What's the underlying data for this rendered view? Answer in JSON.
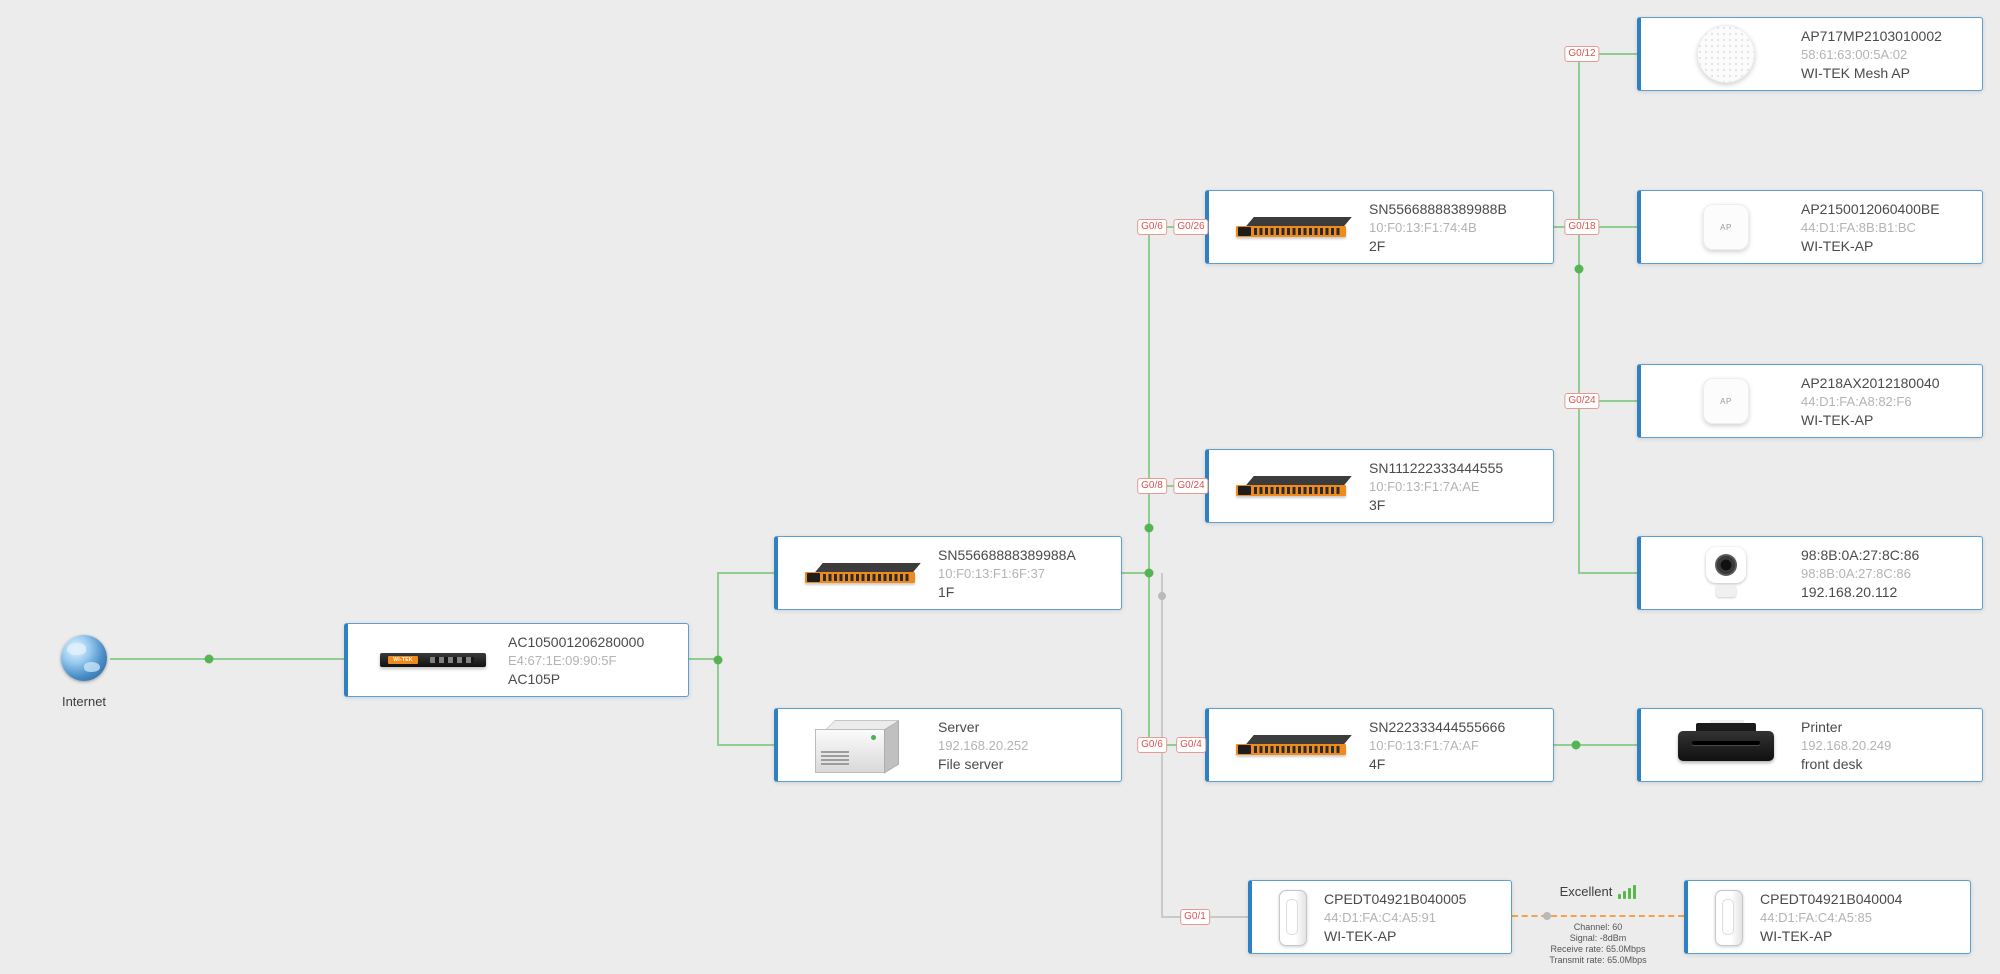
{
  "colors": {
    "background": "#ececec",
    "card_border": "#5b9fd4",
    "card_accent": "#2f80c3",
    "link_green": "#8fce8f",
    "link_gray": "#c9c9c9",
    "dot_green": "#55b555",
    "port_text": "#d9534f",
    "wireless_dash_orange": "#f2a24d",
    "brand_orange": "#ef8b1d"
  },
  "internet": {
    "label": "Internet"
  },
  "icons": {
    "ap_badge": "AP",
    "brand": "WI-TEK"
  },
  "nodes": {
    "ac": {
      "title": "AC105001206280000",
      "mac": "E4:67:1E:09:90:5F",
      "name": "AC105P"
    },
    "sw1f": {
      "title": "SN55668888389988A",
      "mac": "10:F0:13:F1:6F:37",
      "name": "1F"
    },
    "server": {
      "title": "Server",
      "mac": "192.168.20.252",
      "name": "File server"
    },
    "sw2f": {
      "title": "SN55668888389988B",
      "mac": "10:F0:13:F1:74:4B",
      "name": "2F"
    },
    "sw3f": {
      "title": "SN111222333444555",
      "mac": "10:F0:13:F1:7A:AE",
      "name": "3F"
    },
    "sw4f": {
      "title": "SN222333444555666",
      "mac": "10:F0:13:F1:7A:AF",
      "name": "4F"
    },
    "mesh_ap": {
      "title": "AP717MP2103010002",
      "mac": "58:61:63:00:5A:02",
      "name": "WI-TEK Mesh AP"
    },
    "ap2150": {
      "title": "AP2150012060400BE",
      "mac": "44:D1:FA:8B:B1:BC",
      "name": "WI-TEK-AP"
    },
    "ap218": {
      "title": "AP218AX2012180040",
      "mac": "44:D1:FA:A8:82:F6",
      "name": "WI-TEK-AP"
    },
    "camera": {
      "title": "98:8B:0A:27:8C:86",
      "mac": "98:8B:0A:27:8C:86",
      "name": "192.168.20.112"
    },
    "printer": {
      "title": "Printer",
      "mac": "192.168.20.249",
      "name": "front desk"
    },
    "cpe5": {
      "title": "CPEDT04921B040005",
      "mac": "44:D1:FA:C4:A5:91",
      "name": "WI-TEK-AP"
    },
    "cpe4": {
      "title": "CPEDT04921B040004",
      "mac": "44:D1:FA:C4:A5:85",
      "name": "WI-TEK-AP"
    }
  },
  "ports": {
    "mesh_port": "G0/12",
    "ap2150_port": "G0/18",
    "ap218_port": "G0/24",
    "uplink_2f_left": "G0/6",
    "uplink_2f_right": "G0/26",
    "uplink_3f_left": "G0/8",
    "uplink_3f_right": "G0/24",
    "uplink_4f_left": "G0/6",
    "uplink_4f_right": "G0/4",
    "cpe_port": "G0/1"
  },
  "wireless_link": {
    "quality": "Excellent",
    "channel": "Channel: 60",
    "signal": "Signal: -8dBm",
    "receive": "Receive rate: 65.0Mbps",
    "transmit": "Transmit rate: 65.0Mbps"
  }
}
